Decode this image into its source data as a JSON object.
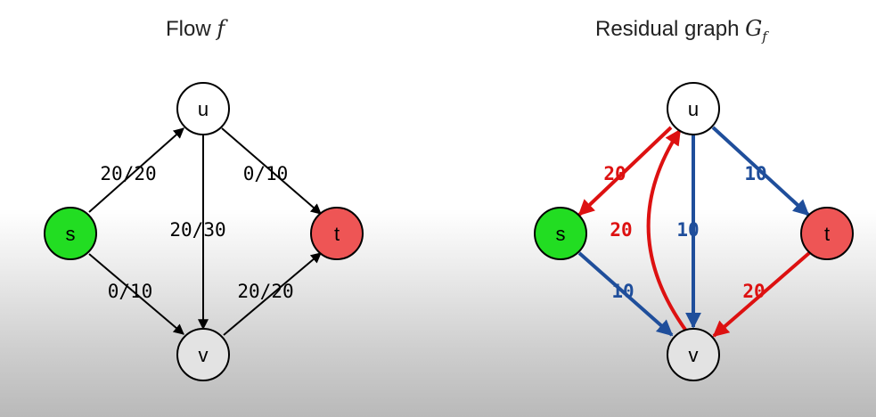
{
  "colors": {
    "source": "#22dd22",
    "sink": "#ee5555",
    "forward": "#1f4e9b",
    "backward": "#dd1111",
    "edge": "#000000"
  },
  "flow_panel": {
    "title_prefix": "Flow",
    "title_symbol": "f",
    "nodes": {
      "u": "u",
      "v": "v",
      "s": "s",
      "t": "t"
    },
    "edges": {
      "s_u": "20/20",
      "u_t": "0/10",
      "u_v": "20/30",
      "s_v": "0/10",
      "v_t": "20/20"
    }
  },
  "residual_panel": {
    "title_prefix": "Residual graph",
    "title_symbol": "G",
    "title_subscript": "f",
    "nodes": {
      "u": "u",
      "v": "v",
      "s": "s",
      "t": "t"
    },
    "edges": {
      "u_s": "20",
      "v_u": "20",
      "u_v": "10",
      "u_t": "10",
      "s_v": "10",
      "t_v": "20"
    }
  }
}
